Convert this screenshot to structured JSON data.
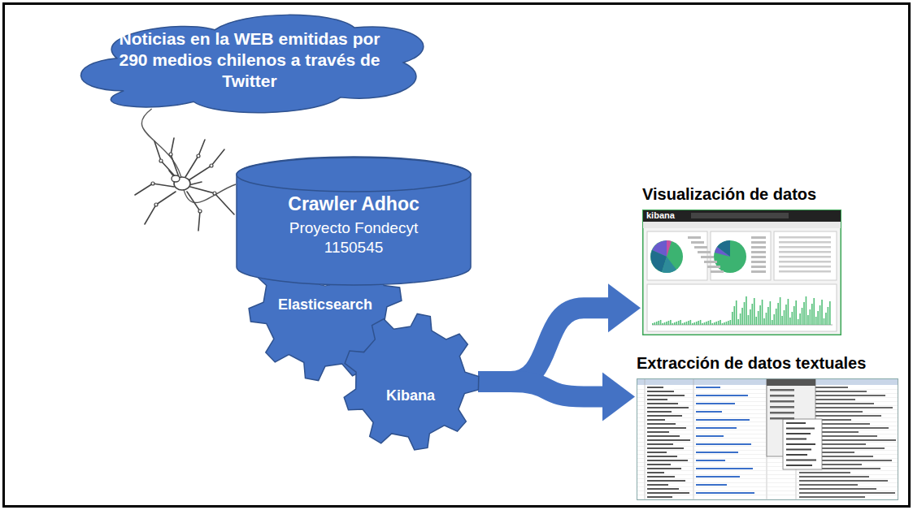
{
  "diagram": {
    "nodes": [
      {
        "text": [
          "Noticias en la WEB emitidas por 290 medios chilenos a través de Twitter"
        ]
      },
      {
        "text": [
          "Crawler Adhoc",
          "Proyecto Fondecyt 1150545"
        ]
      },
      {
        "text": [
          "Elasticsearch"
        ]
      },
      {
        "text": [
          "Kibana"
        ]
      },
      {
        "text": [
          "Visualización de datos"
        ]
      },
      {
        "text": [
          "Extracción de datos textuales"
        ]
      }
    ],
    "edges": [
      {
        "from": 0,
        "to": 1,
        "arrow": "none"
      },
      {
        "from": 3,
        "to": 4,
        "arrow": "to"
      },
      {
        "from": 3,
        "to": 5,
        "arrow": "to"
      }
    ],
    "labels": [
      "kibana"
    ]
  }
}
